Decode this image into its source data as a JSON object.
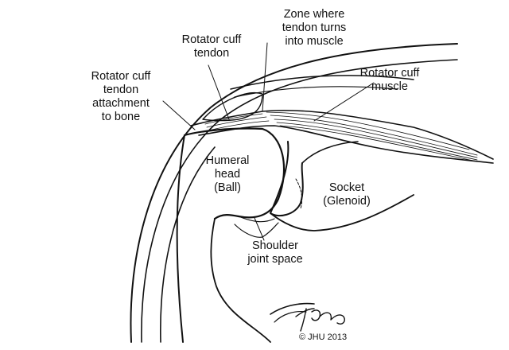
{
  "diagram": {
    "labels": {
      "rotator_cuff_tendon": [
        "Rotator cuff",
        "tendon"
      ],
      "zone_tendon_muscle": [
        "Zone where",
        "tendon turns",
        "into muscle"
      ],
      "attachment_to_bone": [
        "Rotator cuff",
        "tendon",
        "attachment",
        "to bone"
      ],
      "rotator_cuff_muscle": [
        "Rotator cuff",
        "muscle"
      ],
      "humeral_head": [
        "Humeral",
        "head",
        "(Ball)"
      ],
      "socket": [
        "Socket",
        "(Glenoid)"
      ],
      "joint_space": [
        "Shoulder",
        "joint space"
      ]
    },
    "copyright": "© JHU 2013",
    "signature": "T Phelps"
  }
}
